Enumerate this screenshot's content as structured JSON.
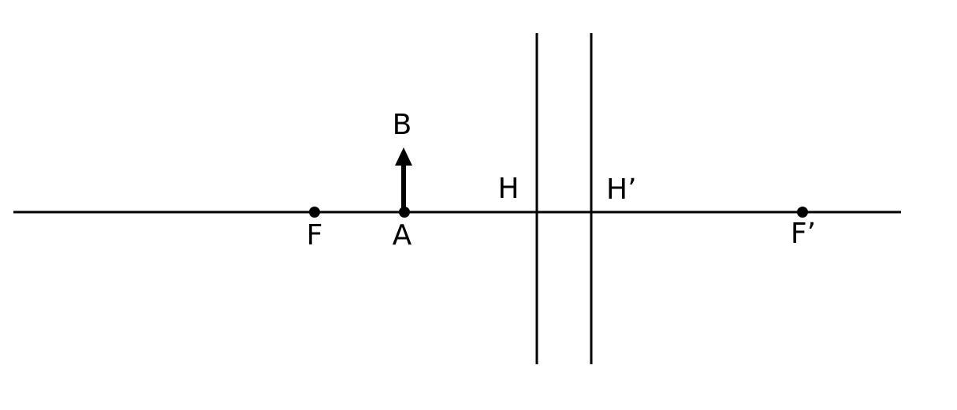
{
  "diagram": {
    "labels": {
      "F": "F",
      "A": "A",
      "B": "B",
      "H": "H",
      "H_prime": "H’",
      "F_prime": "F’"
    },
    "colors": {
      "stroke": "#000000",
      "background": "#ffffff"
    }
  }
}
